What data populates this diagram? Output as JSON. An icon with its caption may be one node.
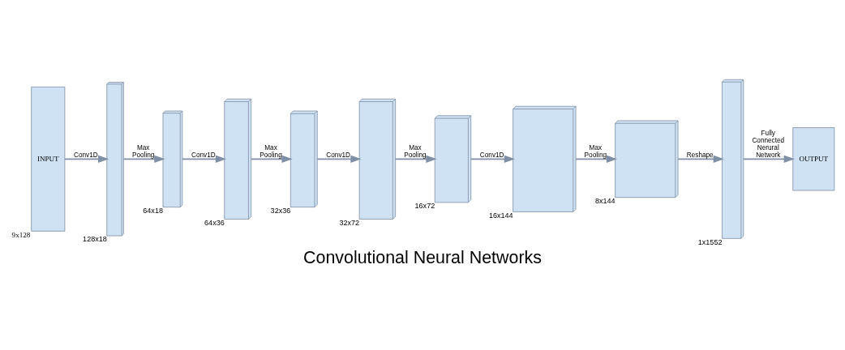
{
  "diagram": {
    "caption": "Convolutional Neural Networks",
    "nodes": [
      {
        "text": [
          "INPUT"
        ],
        "beside": [
          "9x128"
        ]
      },
      {
        "text": [],
        "shape": "box",
        "beside": [
          "128x18"
        ]
      },
      {
        "text": [],
        "shape": "box",
        "beside": [
          "64x18"
        ]
      },
      {
        "text": [],
        "shape": "box",
        "beside": [
          "64x36"
        ]
      },
      {
        "text": [],
        "shape": "box",
        "beside": [
          "32x36"
        ]
      },
      {
        "text": [],
        "shape": "box",
        "beside": [
          "32x72"
        ]
      },
      {
        "text": [],
        "shape": "box",
        "beside": [
          "16x72"
        ]
      },
      {
        "text": [],
        "shape": "box",
        "beside": [
          "16x144"
        ]
      },
      {
        "text": [],
        "shape": "box",
        "beside": [
          "8x144"
        ]
      },
      {
        "text": [],
        "shape": "box",
        "beside": [
          "1x1552"
        ]
      },
      {
        "text": [
          "OUTPUT"
        ]
      }
    ],
    "edges": [
      {
        "from": 0,
        "to": 1,
        "arrow": "to",
        "label": "Conv1D"
      },
      {
        "from": 1,
        "to": 2,
        "arrow": "to",
        "label": "Max Pooling"
      },
      {
        "from": 2,
        "to": 3,
        "arrow": "to",
        "label": "Conv1D"
      },
      {
        "from": 3,
        "to": 4,
        "arrow": "to",
        "label": "Max Pooling"
      },
      {
        "from": 4,
        "to": 5,
        "arrow": "to",
        "label": "Conv1D"
      },
      {
        "from": 5,
        "to": 6,
        "arrow": "to",
        "label": "Max Pooling"
      },
      {
        "from": 6,
        "to": 7,
        "arrow": "to",
        "label": "Conv1D"
      },
      {
        "from": 7,
        "to": 8,
        "arrow": "to",
        "label": "Max Pooling"
      },
      {
        "from": 8,
        "to": 9,
        "arrow": "to",
        "label": "Reshape"
      },
      {
        "from": 9,
        "to": 10,
        "arrow": "to",
        "label": "Fully Connected Nerural Network"
      }
    ]
  }
}
